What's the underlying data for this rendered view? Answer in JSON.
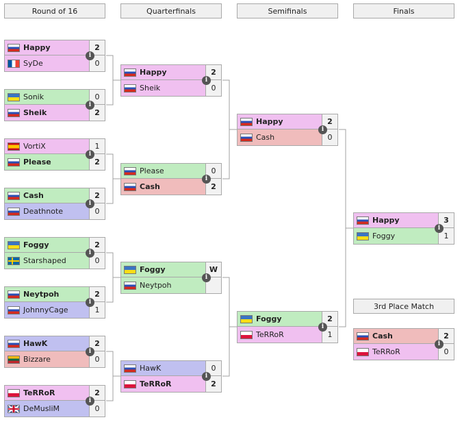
{
  "colors": {
    "pink": "#f0c0f0",
    "green": "#c0ecc0",
    "salmon": "#f0bcbc",
    "lavender": "#c0c0f0",
    "line": "#a0a0a0"
  },
  "headers": {
    "r16": "Round of 16",
    "qf": "Quarterfinals",
    "sf": "Semifinals",
    "final": "Finals",
    "third": "3rd Place Match"
  },
  "info_glyph": "i",
  "matches": [
    {
      "id": "r16-1",
      "p": [
        {
          "name": "Happy",
          "flag": "ru",
          "score": "2",
          "win": true,
          "bg": "pink"
        },
        {
          "name": "SyDe",
          "flag": "fr",
          "score": "0",
          "win": false,
          "bg": "pink"
        }
      ]
    },
    {
      "id": "r16-2",
      "p": [
        {
          "name": "Sonik",
          "flag": "ua",
          "score": "0",
          "win": false,
          "bg": "green"
        },
        {
          "name": "Sheik",
          "flag": "ru",
          "score": "2",
          "win": true,
          "bg": "pink"
        }
      ]
    },
    {
      "id": "r16-3",
      "p": [
        {
          "name": "VortiX",
          "flag": "es",
          "score": "1",
          "win": false,
          "bg": "pink"
        },
        {
          "name": "Please",
          "flag": "ru",
          "score": "2",
          "win": true,
          "bg": "green"
        }
      ]
    },
    {
      "id": "r16-4",
      "p": [
        {
          "name": "Cash",
          "flag": "ru",
          "score": "2",
          "win": true,
          "bg": "green"
        },
        {
          "name": "Deathnote",
          "flag": "ru",
          "score": "0",
          "win": false,
          "bg": "lavender"
        }
      ]
    },
    {
      "id": "r16-5",
      "p": [
        {
          "name": "Foggy",
          "flag": "ua",
          "score": "2",
          "win": true,
          "bg": "green"
        },
        {
          "name": "Starshaped",
          "flag": "se",
          "score": "0",
          "win": false,
          "bg": "green"
        }
      ]
    },
    {
      "id": "r16-6",
      "p": [
        {
          "name": "Neytpoh",
          "flag": "ru",
          "score": "2",
          "win": true,
          "bg": "green"
        },
        {
          "name": "JohnnyCage",
          "flag": "ru",
          "score": "1",
          "win": false,
          "bg": "lavender"
        }
      ]
    },
    {
      "id": "r16-7",
      "p": [
        {
          "name": "HawK",
          "flag": "ru",
          "score": "2",
          "win": true,
          "bg": "lavender"
        },
        {
          "name": "Bizzare",
          "flag": "lt",
          "score": "0",
          "win": false,
          "bg": "salmon"
        }
      ]
    },
    {
      "id": "r16-8",
      "p": [
        {
          "name": "TeRRoR",
          "flag": "pl",
          "score": "2",
          "win": true,
          "bg": "pink"
        },
        {
          "name": "DeMusliM",
          "flag": "gb",
          "score": "0",
          "win": false,
          "bg": "lavender"
        }
      ]
    },
    {
      "id": "qf-1",
      "p": [
        {
          "name": "Happy",
          "flag": "ru",
          "score": "2",
          "win": true,
          "bg": "pink"
        },
        {
          "name": "Sheik",
          "flag": "ru",
          "score": "0",
          "win": false,
          "bg": "pink"
        }
      ]
    },
    {
      "id": "qf-2",
      "p": [
        {
          "name": "Please",
          "flag": "ru",
          "score": "0",
          "win": false,
          "bg": "green"
        },
        {
          "name": "Cash",
          "flag": "ru",
          "score": "2",
          "win": true,
          "bg": "salmon"
        }
      ]
    },
    {
      "id": "qf-3",
      "p": [
        {
          "name": "Foggy",
          "flag": "ua",
          "score": "W",
          "win": true,
          "bg": "green"
        },
        {
          "name": "Neytpoh",
          "flag": "ru",
          "score": "",
          "win": false,
          "bg": "green"
        }
      ]
    },
    {
      "id": "qf-4",
      "p": [
        {
          "name": "HawK",
          "flag": "ru",
          "score": "0",
          "win": false,
          "bg": "lavender"
        },
        {
          "name": "TeRRoR",
          "flag": "pl",
          "score": "2",
          "win": true,
          "bg": "pink"
        }
      ]
    },
    {
      "id": "sf-1",
      "p": [
        {
          "name": "Happy",
          "flag": "ru",
          "score": "2",
          "win": true,
          "bg": "pink"
        },
        {
          "name": "Cash",
          "flag": "ru",
          "score": "0",
          "win": false,
          "bg": "salmon"
        }
      ]
    },
    {
      "id": "sf-2",
      "p": [
        {
          "name": "Foggy",
          "flag": "ua",
          "score": "2",
          "win": true,
          "bg": "green"
        },
        {
          "name": "TeRRoR",
          "flag": "pl",
          "score": "1",
          "win": false,
          "bg": "pink"
        }
      ]
    },
    {
      "id": "final",
      "p": [
        {
          "name": "Happy",
          "flag": "ru",
          "score": "3",
          "win": true,
          "bg": "pink"
        },
        {
          "name": "Foggy",
          "flag": "ua",
          "score": "1",
          "win": false,
          "bg": "green"
        }
      ]
    },
    {
      "id": "third",
      "p": [
        {
          "name": "Cash",
          "flag": "ru",
          "score": "2",
          "win": true,
          "bg": "salmon"
        },
        {
          "name": "TeRRoR",
          "flag": "pl",
          "score": "0",
          "win": false,
          "bg": "pink"
        }
      ]
    }
  ]
}
